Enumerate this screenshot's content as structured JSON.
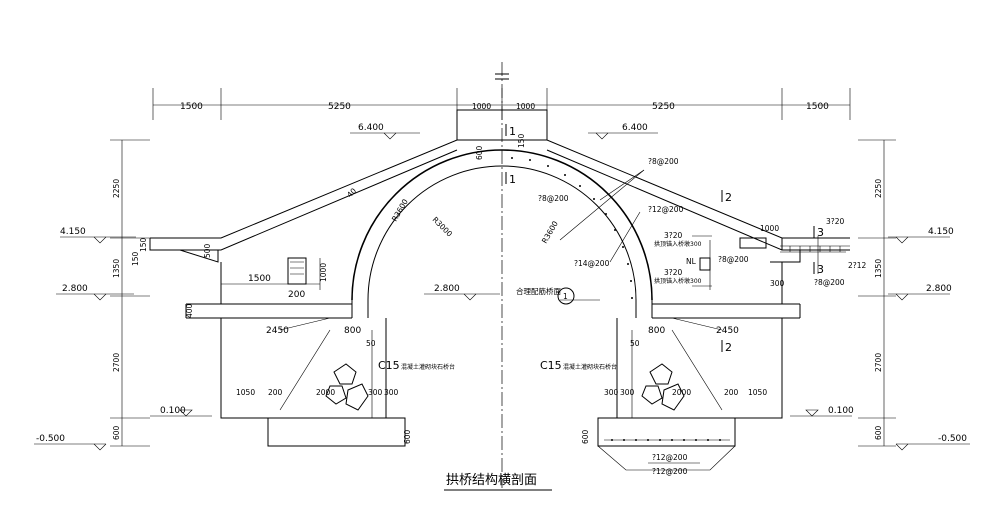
{
  "title": "拱桥结构横剖面",
  "dims_top": [
    "1500",
    "5250",
    "1000",
    "1000",
    "5250",
    "1500"
  ],
  "elevations": {
    "crown": "6.400",
    "crown_right": "6.400",
    "upper": "4.150",
    "mid": "2.800",
    "mid_center": "2.800",
    "low": "0.100",
    "base": "-0.500"
  },
  "vertical_dims_left": [
    "2250",
    "1350",
    "2700",
    "600"
  ],
  "vertical_dims_right": [
    "2250",
    "1350",
    "2700",
    "600"
  ],
  "left_labels": {
    "d150_a": "150",
    "d150_b": "150",
    "d500": "500",
    "d1500": "1500",
    "d200": "200",
    "d1000": "1000",
    "d400": "400",
    "d2450": "2450",
    "d800": "800",
    "d50": "50",
    "d1050": "1050",
    "d200b": "200",
    "d2000": "2000",
    "d300a": "300",
    "d300b": "300",
    "d600": "600",
    "r_outer": "R3600",
    "r_inner": "R3000",
    "d40": "40",
    "d600b": "600",
    "c15": "C15",
    "c15_note": "混凝土灌砌块石桥台"
  },
  "right_labels": {
    "d150": "150",
    "rebar1": "?8@200",
    "rebar2": "?8@200",
    "rebar3": "?12@200",
    "rebar4": "?14@200",
    "r_arch": "R3600",
    "d1000": "1000",
    "rebar5": "3?20",
    "rebar6": "2?12",
    "rebar7": "?8@200",
    "rebar8": "3?20",
    "nl_top": "拱顶锚入桥墩300",
    "nl": "NL",
    "rebar9": "?8@200",
    "rebar10": "3?20",
    "nl_bottom": "拱顶锚入桥墩300",
    "d300": "300",
    "d2450": "2450",
    "d800": "800",
    "d50": "50",
    "d1050": "1050",
    "d2000": "2000",
    "d200": "200",
    "d300a": "300",
    "d300b": "300",
    "d600": "600",
    "c15": "C15",
    "c15_note": "混凝土灌砌块石桥台",
    "rebar11": "?12@200",
    "rebar12": "?12@200",
    "pipe_note": "合理配筋桥面",
    "callout": "1",
    "section1": "1",
    "section1b": "1",
    "section2": "2",
    "section2b": "2",
    "section3": "3",
    "section3b": "3"
  }
}
